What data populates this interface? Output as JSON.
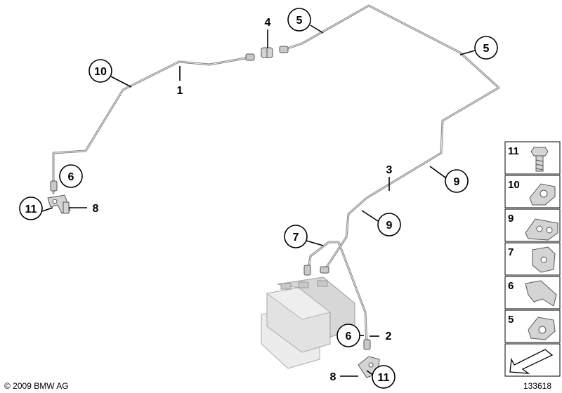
{
  "diagram": {
    "copyright": "© 2009 BMW AG",
    "figure_id": "133618",
    "callouts": {
      "c1": "1",
      "c2": "2",
      "c3": "3",
      "c4": "4",
      "c5a": "5",
      "c5b": "5",
      "c6a": "6",
      "c6b": "6",
      "c7": "7",
      "c8a": "8",
      "c8b": "8",
      "c9a": "9",
      "c9b": "9",
      "c10": "10",
      "c11a": "11",
      "c11b": "11"
    },
    "legend": [
      "11",
      "10",
      "9",
      "7",
      "6",
      "5"
    ]
  }
}
